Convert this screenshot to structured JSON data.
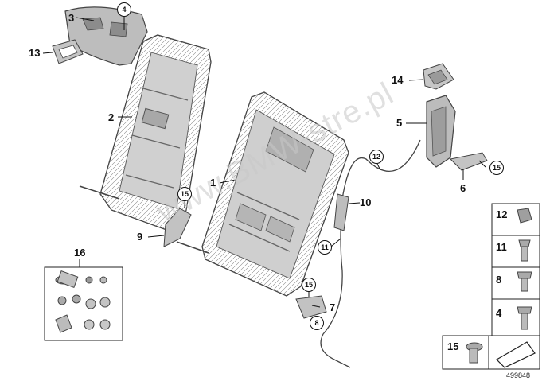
{
  "callouts": {
    "c1": "1",
    "c2": "2",
    "c3": "3",
    "c5": "5",
    "c6": "6",
    "c7": "7",
    "c9": "9",
    "c10": "10",
    "c13": "13",
    "c14": "14",
    "c16": "16"
  },
  "circled": {
    "r4": "4",
    "r8": "8",
    "r11": "11",
    "r12": "12",
    "r15a": "15",
    "r15b": "15",
    "r15c": "15"
  },
  "legend": {
    "items": [
      "12",
      "11",
      "8",
      "4"
    ],
    "bottom_item": "15"
  },
  "watermark": "www.BMW-stre.pl",
  "diagram_id": "499848",
  "colors": {
    "part_fill": "#b9b9b9",
    "part_stroke": "#4a4a4a",
    "watermark": "#c8c8c8"
  }
}
